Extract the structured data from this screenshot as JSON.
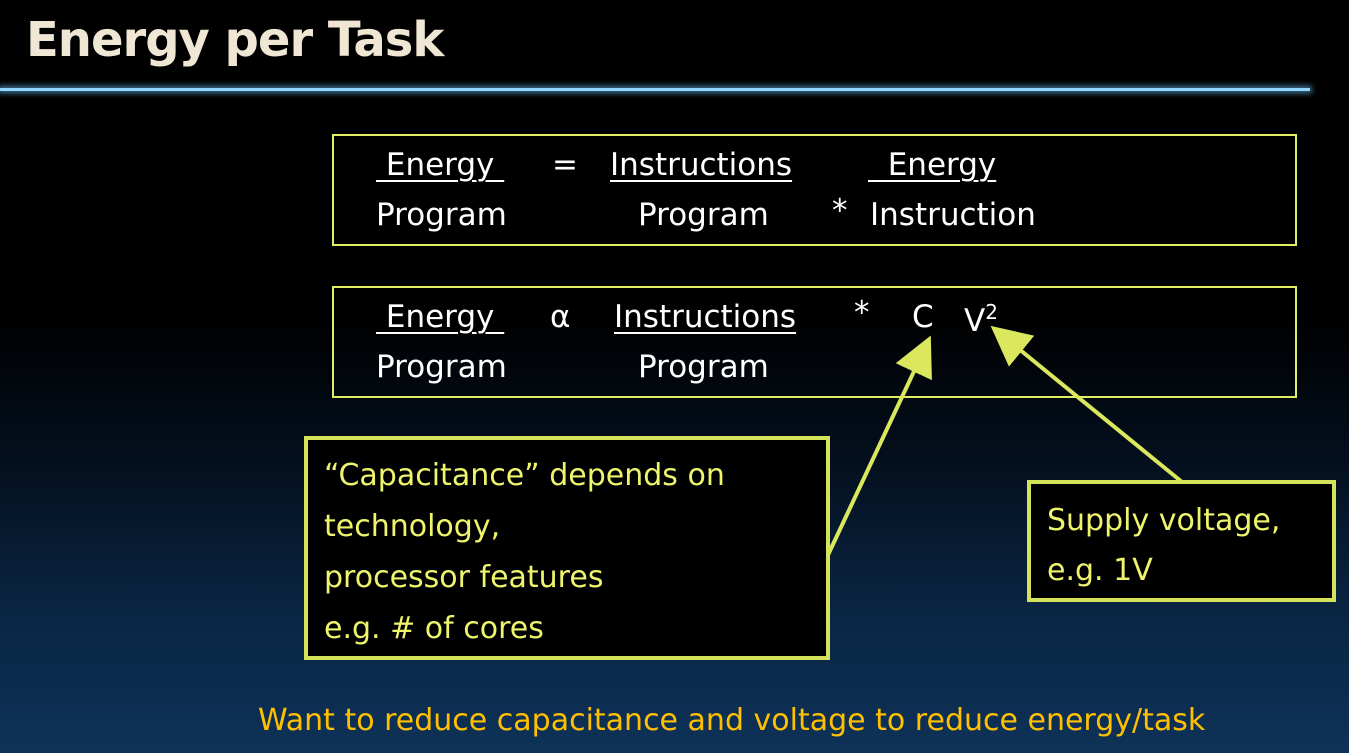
{
  "title": "Energy per Task",
  "equation1": {
    "lhs_num": " Energy ",
    "op": "=",
    "mid_num": "Instructions",
    "rhs_num": "  Energy",
    "lhs_den": "Program",
    "mid_den": "Program",
    "times": "*",
    "rhs_den": "Instruction"
  },
  "equation2": {
    "lhs_num": " Energy ",
    "op": "α",
    "mid_num": "Instructions",
    "times": "*",
    "c": "C",
    "v": "V",
    "exp": "2",
    "lhs_den": "Program",
    "mid_den": "Program"
  },
  "capacitance_callout": {
    "lines": [
      "“Capacitance” depends on",
      "technology,",
      "processor features",
      "e.g. # of cores"
    ]
  },
  "voltage_callout": {
    "lines": [
      "Supply voltage,",
      "e.g. 1V"
    ]
  },
  "bottom_note": "Want to reduce capacitance and voltage to reduce energy/task",
  "colors": {
    "title": "#efe7d3",
    "box_border": "#e0ee64",
    "callout_text": "#eef46b",
    "bottom_note": "#ffc000",
    "rule": "#8fd7ff"
  }
}
